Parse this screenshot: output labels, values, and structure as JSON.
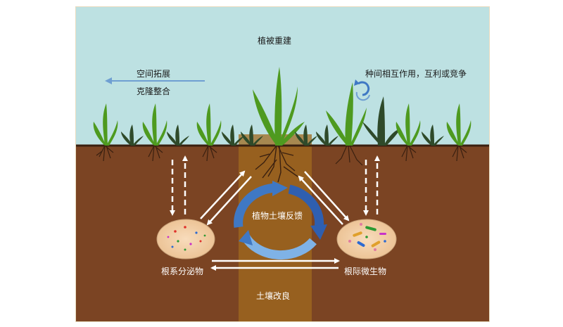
{
  "labels": {
    "top_title": "植被重建",
    "left_line1": "空间拓展",
    "left_line2": "克隆整合",
    "right_title": "种间相互作用，互利或竞争",
    "center_cycle": "植物土壤反馈",
    "exudates": "根系分泌物",
    "microbes": "根际微生物",
    "bottom": "土壤改良"
  },
  "colors": {
    "sky": "#bde1e2",
    "soil": "#7b4423",
    "column": "#a06a1f",
    "plant_light": "#4e9a1f",
    "plant_dark": "#2f4a2a",
    "cycle_arrow": "#3f78c4",
    "left_arrow": "#6f9fd2",
    "exudate_disc": "#f1caa0"
  }
}
